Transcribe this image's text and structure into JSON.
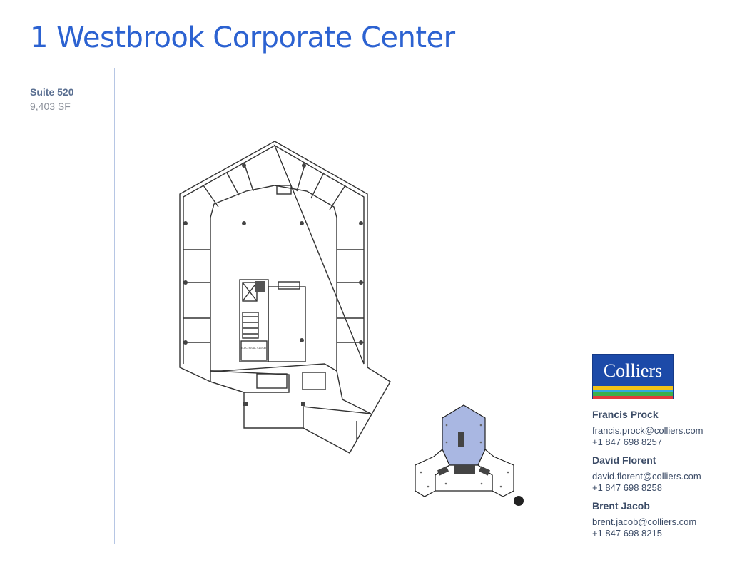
{
  "header": {
    "title": "1 Westbrook Corporate Center"
  },
  "suite": {
    "name": "Suite 520",
    "area": "9,403 SF"
  },
  "plan": {
    "closet_label": "ELECTRICAL CLOSET"
  },
  "brand": {
    "name": "Colliers",
    "stripe_colors": [
      "#f2c318",
      "#36a9de",
      "#3db04b",
      "#e43b3b"
    ]
  },
  "contacts": [
    {
      "name": "Francis Prock",
      "email": "francis.prock@colliers.com",
      "phone": "+1 847 698 8257"
    },
    {
      "name": "David Florent",
      "email": "david.florent@colliers.com",
      "phone": "+1 847 698 8258"
    },
    {
      "name": "Brent Jacob",
      "email": "brent.jacob@colliers.com",
      "phone": "+1 847 698 8215"
    }
  ]
}
